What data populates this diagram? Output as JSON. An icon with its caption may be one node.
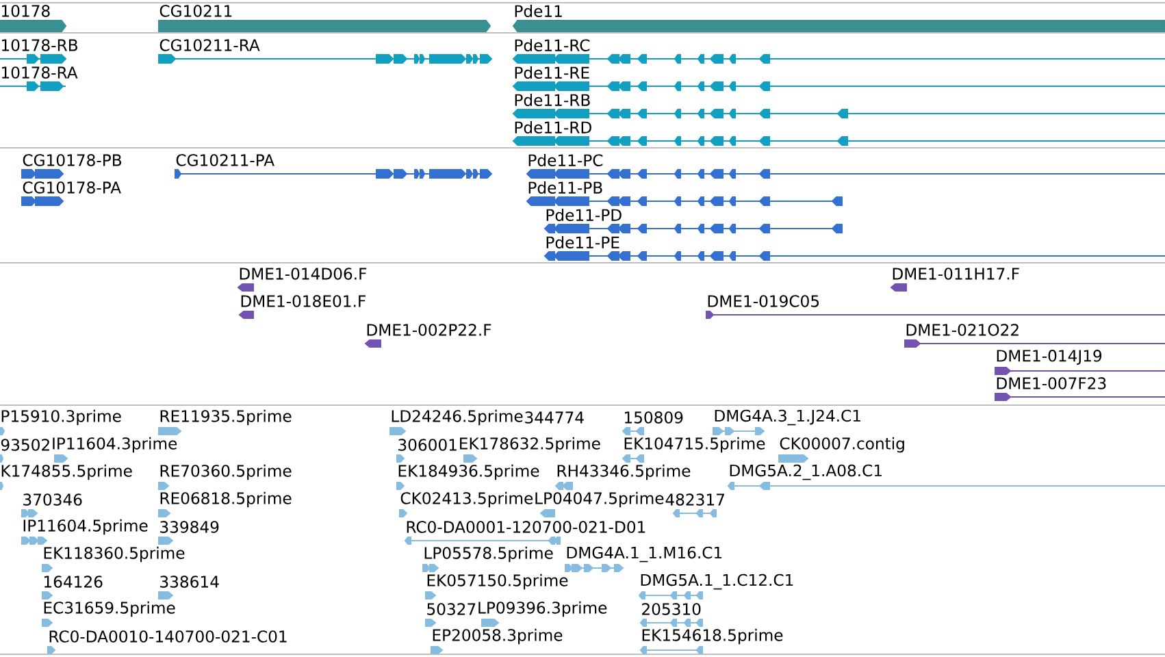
{
  "diagram": {
    "labels": [
      "10178",
      "CG10211",
      "Pde11",
      "10178-RB",
      "CG10211-RA",
      "Pde11-RC",
      "10178-RA",
      "Pde11-RE",
      "Pde11-RB",
      "Pde11-RD",
      "CG10178-PB",
      "CG10211-PA",
      "Pde11-PC",
      "CG10178-PA",
      "Pde11-PB",
      "Pde11-PD",
      "Pde11-PE",
      "DME1-014D06.F",
      "DME1-011H17.F",
      "DME1-018E01.F",
      "DME1-019C05",
      "DME1-002P22.F",
      "DME1-021O22",
      "DME1-014J19",
      "DME1-007F23",
      "P15910.3prime",
      "RE11935.5prime",
      "LD24246.5prime",
      "344774",
      "150809",
      "DMG4A.3_1.J24.C1",
      "93502",
      "IP11604.3prime",
      "306001",
      "EK178632.5prime",
      "EK104715.5prime",
      "CK00007.contig",
      "K174855.5prime",
      "RE70360.5prime",
      "EK184936.5prime",
      "RH43346.5prime",
      "DMG5A.2_1.A08.C1",
      "370346",
      "RE06818.5prime",
      "CK02413.5prime",
      "LP04047.5prime",
      "482317",
      "IP11604.5prime",
      "339849",
      "RC0-DA0001-120700-021-D01",
      "EK118360.5prime",
      "LP05578.5prime",
      "DMG4A.1_1.M16.C1",
      "164126",
      "338614",
      "EK057150.5prime",
      "DMG5A.1_1.C12.C1",
      "EC31659.5prime",
      "50327",
      "LP09396.3prime",
      "205310",
      "RC0-DA0010-140700-021-C01",
      "EP20058.3prime",
      "EK154618.5prime"
    ]
  }
}
